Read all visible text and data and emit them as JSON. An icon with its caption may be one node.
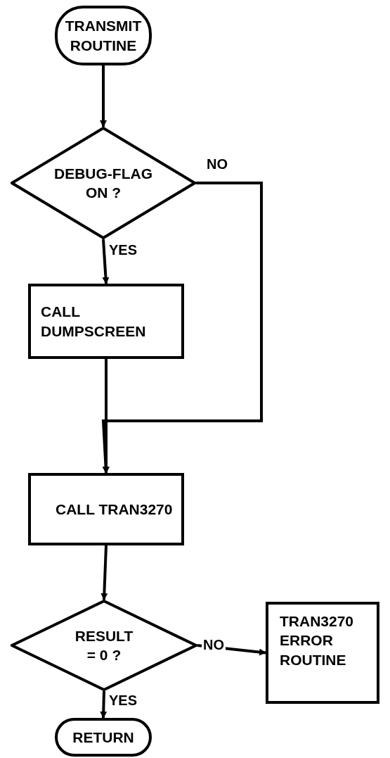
{
  "diagram": {
    "nodes": [
      {
        "text": [
          "TRANSMIT ROUTINE"
        ]
      },
      {
        "text": [
          "DEBUG-FLAG ON ?"
        ]
      },
      {
        "text": [
          "CALL DUMPSCREEN"
        ]
      },
      {
        "text": [
          "CALL TRAN3270"
        ]
      },
      {
        "text": [
          "RESULT = 0 ?"
        ]
      },
      {
        "text": [
          "TRAN3270 ERROR ROUTINE"
        ]
      },
      {
        "text": [
          "RETURN"
        ]
      }
    ],
    "edges": [
      {
        "from": 0,
        "to": 1,
        "arrow": "to"
      },
      {
        "from": 1,
        "to": 2,
        "arrow": "to",
        "label": "YES"
      },
      {
        "from": 1,
        "to": 3,
        "arrow": "to",
        "label": "NO"
      },
      {
        "from": 2,
        "to": 3,
        "arrow": "to"
      },
      {
        "from": 3,
        "to": 4,
        "arrow": "to"
      },
      {
        "from": 4,
        "to": 5,
        "arrow": "to",
        "label": "NO"
      },
      {
        "from": 4,
        "to": 6,
        "arrow": "to",
        "label": "YES"
      }
    ]
  }
}
